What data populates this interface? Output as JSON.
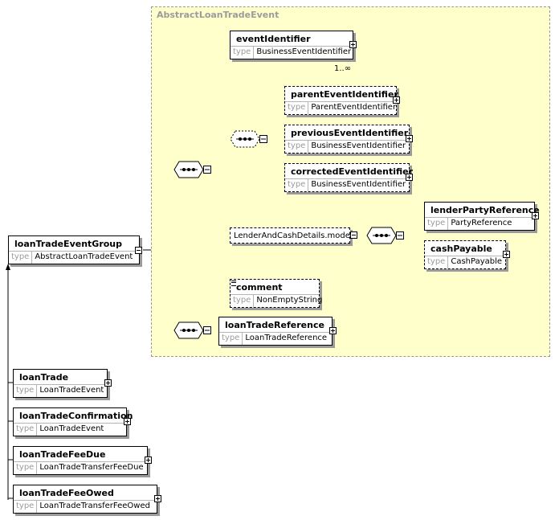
{
  "abstract_type": {
    "label": "AbstractLoanTradeEvent"
  },
  "type_keyword": "type",
  "root": {
    "name": "loanTradeEventGroup",
    "type": "AbstractLoanTradeEvent"
  },
  "elements": {
    "eventIdentifier": {
      "name": "eventIdentifier",
      "type": "BusinessEventIdentifier",
      "cardinality": "1..∞"
    },
    "parentEventIdentifier": {
      "name": "parentEventIdentifier",
      "type": "ParentEventIdentifier"
    },
    "previousEventIdentifier": {
      "name": "previousEventIdentifier",
      "type": "BusinessEventIdentifier"
    },
    "correctedEventIdentifier": {
      "name": "correctedEventIdentifier",
      "type": "BusinessEventIdentifier"
    },
    "lenderPartyReference": {
      "name": "lenderPartyReference",
      "type": "PartyReference"
    },
    "cashPayable": {
      "name": "cashPayable",
      "type": "CashPayable"
    },
    "comment": {
      "name": "comment",
      "type": "NonEmptyString"
    },
    "loanTradeReference": {
      "name": "loanTradeReference",
      "type": "LoanTradeReference"
    }
  },
  "model_group": {
    "label": "LenderAndCashDetails.model"
  },
  "substitutions": [
    {
      "name": "loanTrade",
      "type": "LoanTradeEvent"
    },
    {
      "name": "loanTradeConfirmation",
      "type": "LoanTradeEvent"
    },
    {
      "name": "loanTradeFeeDue",
      "type": "LoanTradeTransferFeeDue"
    },
    {
      "name": "loanTradeFeeOwed",
      "type": "LoanTradeTransferFeeOwed"
    }
  ]
}
